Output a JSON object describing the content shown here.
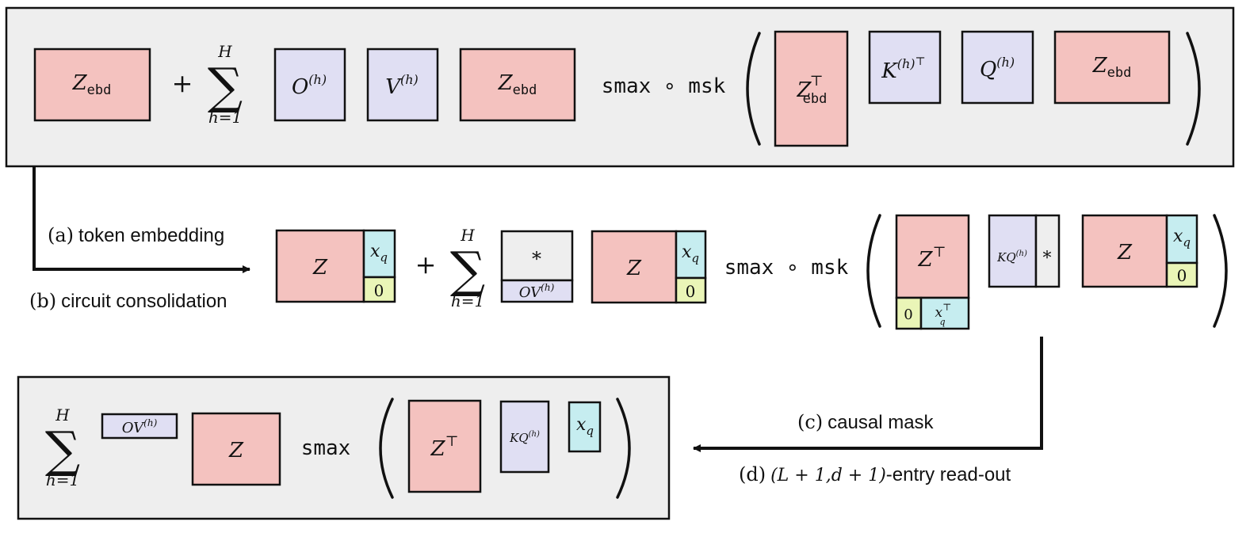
{
  "top_equation": {
    "z_ebd": "Z",
    "ebd_sub": "ebd",
    "plus": "+",
    "sum_upper": "H",
    "sum_lower": "h=1",
    "sum_symbol": "∑",
    "o_h": "O",
    "v_h": "V",
    "h_sup": "(h)",
    "smax_msk": "smax ∘ msk",
    "transpose": "⊤",
    "k_h": "K",
    "q_h": "Q"
  },
  "middle_equation": {
    "z": "Z",
    "x_q": "x",
    "q_sub": "q",
    "zero": "0",
    "plus": "+",
    "sum_upper": "H",
    "sum_lower": "h=1",
    "star": "*",
    "ov_h": "OV",
    "h_sup": "(h)",
    "smax_msk": "smax ∘ msk",
    "z_transpose": "Z",
    "transpose": "⊤",
    "kq_h": "KQ"
  },
  "bottom_equation": {
    "sum_upper": "H",
    "sum_lower": "h=1",
    "ov_h": "OV",
    "h_sup": "(h)",
    "z": "Z",
    "smax": "smax",
    "z_transpose": "Z",
    "transpose": "⊤",
    "kq_h": "KQ",
    "x_q": "x",
    "q_sub": "q"
  },
  "steps": {
    "a_label": "(a)",
    "a_text": "token embedding",
    "b_label": "(b)",
    "b_text": "circuit consolidation",
    "c_label": "(c)",
    "c_text": "causal mask",
    "d_label": "(d)",
    "d_math": "(L + 1,d + 1)",
    "d_text": "-entry read-out"
  },
  "colors": {
    "embedding": "#f4c2bf",
    "weights": "#e0dff3",
    "query": "#c6edf0",
    "zero": "#eaf5b7",
    "panel": "#eeeeee"
  }
}
